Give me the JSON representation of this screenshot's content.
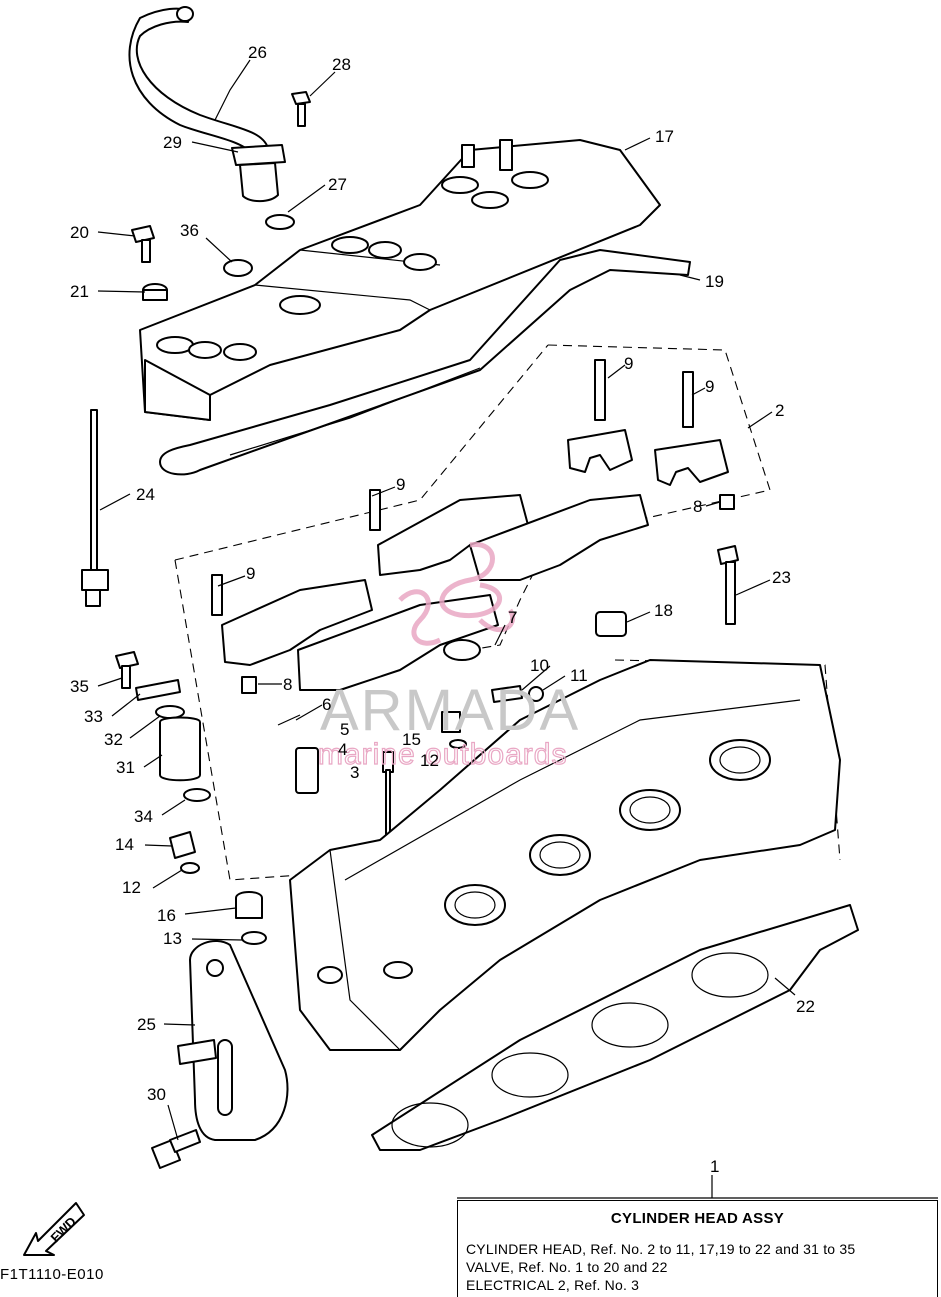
{
  "callouts": [
    {
      "id": "c1",
      "label": "1"
    },
    {
      "id": "c2",
      "label": "2"
    },
    {
      "id": "c3",
      "label": "3"
    },
    {
      "id": "c4",
      "label": "4"
    },
    {
      "id": "c5",
      "label": "5"
    },
    {
      "id": "c6",
      "label": "6"
    },
    {
      "id": "c7",
      "label": "7"
    },
    {
      "id": "c8a",
      "label": "8"
    },
    {
      "id": "c8b",
      "label": "8"
    },
    {
      "id": "c9a",
      "label": "9"
    },
    {
      "id": "c9b",
      "label": "9"
    },
    {
      "id": "c9c",
      "label": "9"
    },
    {
      "id": "c9d",
      "label": "9"
    },
    {
      "id": "c10",
      "label": "10"
    },
    {
      "id": "c11",
      "label": "11"
    },
    {
      "id": "c12a",
      "label": "12"
    },
    {
      "id": "c12b",
      "label": "12"
    },
    {
      "id": "c13",
      "label": "13"
    },
    {
      "id": "c14",
      "label": "14"
    },
    {
      "id": "c15",
      "label": "15"
    },
    {
      "id": "c16",
      "label": "16"
    },
    {
      "id": "c17",
      "label": "17"
    },
    {
      "id": "c18",
      "label": "18"
    },
    {
      "id": "c19",
      "label": "19"
    },
    {
      "id": "c20",
      "label": "20"
    },
    {
      "id": "c21",
      "label": "21"
    },
    {
      "id": "c22",
      "label": "22"
    },
    {
      "id": "c23",
      "label": "23"
    },
    {
      "id": "c24",
      "label": "24"
    },
    {
      "id": "c25",
      "label": "25"
    },
    {
      "id": "c26",
      "label": "26"
    },
    {
      "id": "c27",
      "label": "27"
    },
    {
      "id": "c28",
      "label": "28"
    },
    {
      "id": "c29",
      "label": "29"
    },
    {
      "id": "c30",
      "label": "30"
    },
    {
      "id": "c31",
      "label": "31"
    },
    {
      "id": "c32",
      "label": "32"
    },
    {
      "id": "c33",
      "label": "33"
    },
    {
      "id": "c34",
      "label": "34"
    },
    {
      "id": "c35",
      "label": "35"
    },
    {
      "id": "c36",
      "label": "36"
    }
  ],
  "legend": {
    "title": "CYLINDER HEAD ASSY",
    "lines": [
      "CYLINDER HEAD, Ref. No. 2 to 11, 17,19 to 22 and 31 to 35",
      "VALVE, Ref. No. 1 to 20 and 22",
      "ELECTRICAL 2, Ref. No. 3"
    ]
  },
  "drawing_code": "F1T1110-E010",
  "fwd_label": "FWD",
  "watermark": {
    "brand": "ARMADA",
    "tagline": "marine outboards"
  },
  "colors": {
    "line": "#000000",
    "watermark_pink": "#e9a7c4",
    "watermark_gray": "#c8c8c8"
  }
}
